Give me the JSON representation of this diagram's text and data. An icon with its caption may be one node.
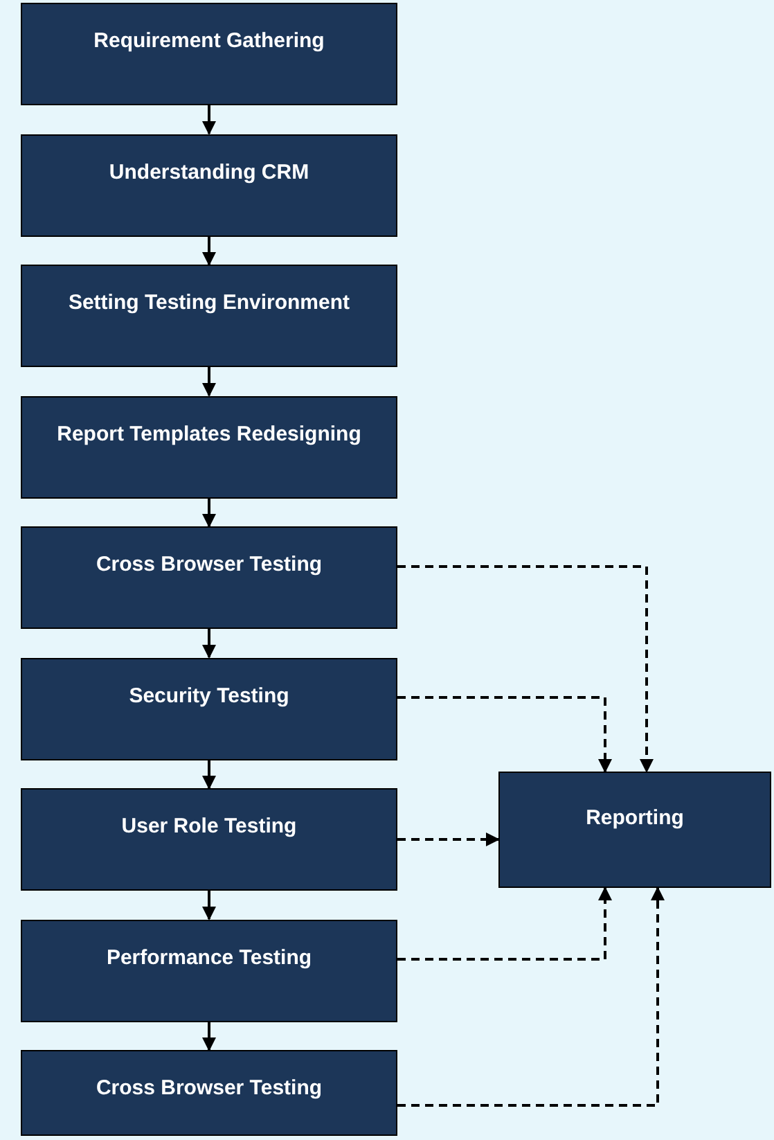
{
  "diagram": {
    "nodes": [
      {
        "text": [
          "Requirement Gathering"
        ]
      },
      {
        "text": [
          "Understanding CRM"
        ]
      },
      {
        "text": [
          "Setting Testing Environment"
        ]
      },
      {
        "text": [
          "Report Templates Redesigning"
        ]
      },
      {
        "text": [
          "Cross Browser Testing"
        ]
      },
      {
        "text": [
          "Security Testing"
        ]
      },
      {
        "text": [
          "User Role Testing"
        ]
      },
      {
        "text": [
          "Performance Testing"
        ]
      },
      {
        "text": [
          "Cross Browser Testing"
        ]
      },
      {
        "text": [
          "Reporting"
        ]
      }
    ],
    "edges": [
      {
        "from": 0,
        "to": 1,
        "arrow": "to"
      },
      {
        "from": 1,
        "to": 2,
        "arrow": "to"
      },
      {
        "from": 2,
        "to": 3,
        "arrow": "to"
      },
      {
        "from": 3,
        "to": 4,
        "arrow": "to"
      },
      {
        "from": 4,
        "to": 5,
        "arrow": "to"
      },
      {
        "from": 5,
        "to": 6,
        "arrow": "to"
      },
      {
        "from": 6,
        "to": 7,
        "arrow": "to"
      },
      {
        "from": 7,
        "to": 8,
        "arrow": "to"
      },
      {
        "from": 4,
        "to": 9,
        "arrow": "to",
        "style": "dashed"
      },
      {
        "from": 5,
        "to": 9,
        "arrow": "to",
        "style": "dashed"
      },
      {
        "from": 6,
        "to": 9,
        "arrow": "to",
        "style": "dashed"
      },
      {
        "from": 7,
        "to": 9,
        "arrow": "to",
        "style": "dashed"
      },
      {
        "from": 8,
        "to": 9,
        "arrow": "to",
        "style": "dashed"
      }
    ]
  }
}
